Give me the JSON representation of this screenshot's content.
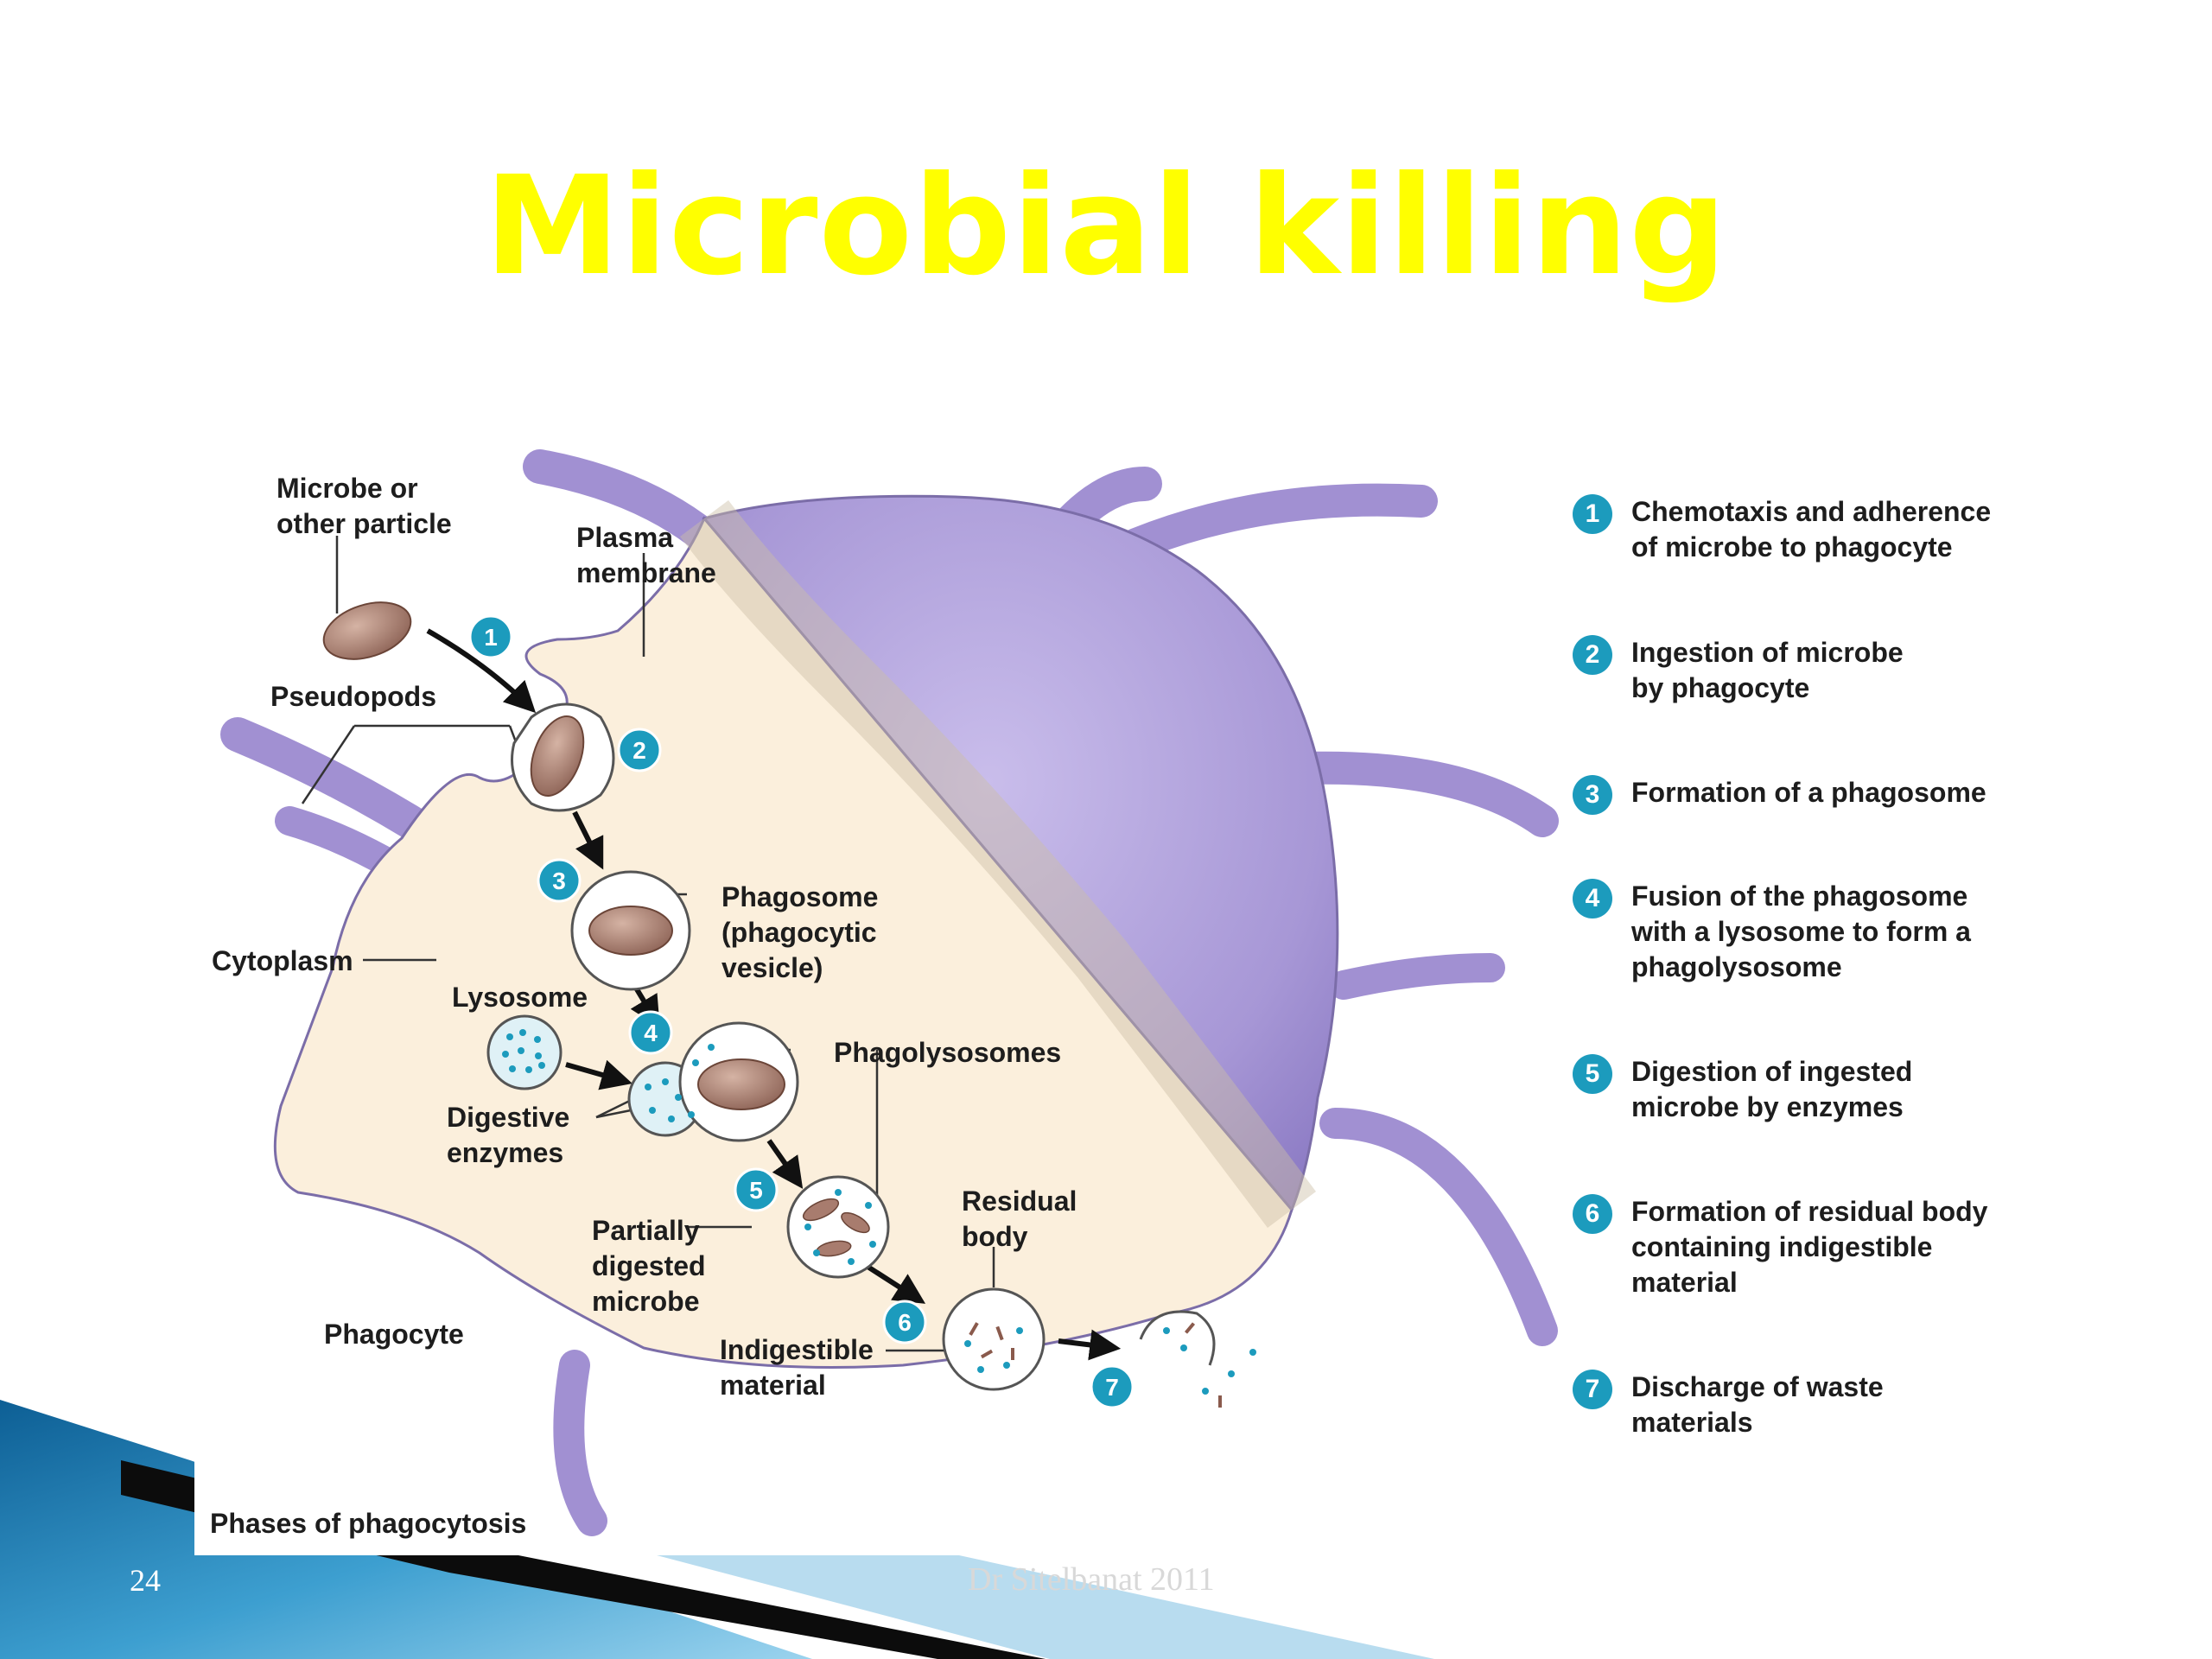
{
  "slide": {
    "title": "Microbial killing",
    "number": "24",
    "footer": "Dr Sitelbanat 2011"
  },
  "figure": {
    "labels": {
      "microbe": "Microbe or\nother particle",
      "plasma_membrane": "Plasma\nmembrane",
      "pseudopods": "Pseudopods",
      "phagosome": "Phagosome\n(phagocytic\nvesicle)",
      "cytoplasm": "Cytoplasm",
      "lysosome": "Lysosome",
      "phagolysosomes": "Phagolysosomes",
      "digestive_enzymes": "Digestive\nenzymes",
      "residual_body": "Residual\nbody",
      "partially_digested": "Partially\ndigested\nmicrobe",
      "phagocyte": "Phagocyte",
      "indigestible": "Indigestible\nmaterial",
      "caption": "Phases of phagocytosis"
    },
    "steps": [
      {
        "num": "1",
        "text": "Chemotaxis and adherence\nof microbe to phagocyte"
      },
      {
        "num": "2",
        "text": "Ingestion of microbe\nby phagocyte"
      },
      {
        "num": "3",
        "text": "Formation of a phagosome"
      },
      {
        "num": "4",
        "text": "Fusion of the phagosome\nwith a lysosome to form a\nphagolysosome"
      },
      {
        "num": "5",
        "text": "Digestion of ingested\nmicrobe by enzymes"
      },
      {
        "num": "6",
        "text": "Formation of residual body\ncontaining indigestible\nmaterial"
      },
      {
        "num": "7",
        "text": "Discharge of waste\nmaterials"
      }
    ]
  },
  "colors": {
    "title": "#ffff00",
    "badge": "#1c9bbd",
    "cell_outer": "#b3a6dd",
    "cytoplasm": "#fbefdc",
    "microbe": "#a87c6e",
    "footer_blue": "#2f8fc2"
  }
}
